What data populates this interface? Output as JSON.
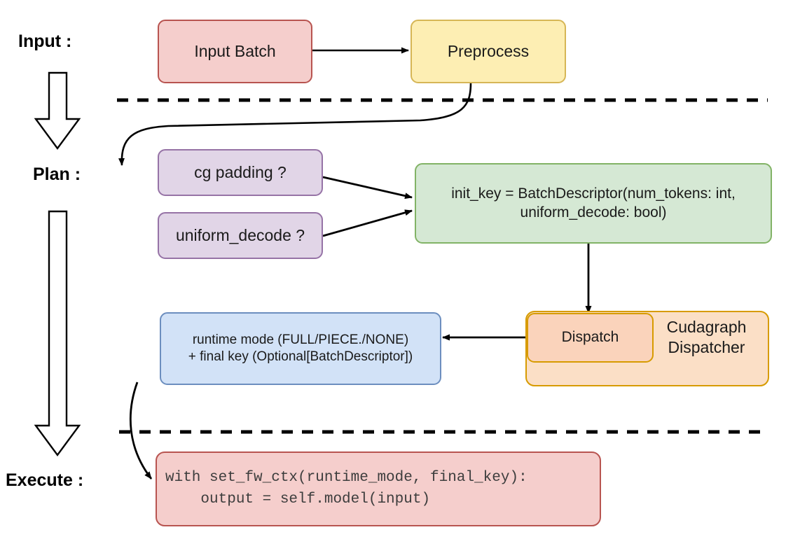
{
  "diagram": {
    "title": "vLLM cudagraph dispatch pipeline",
    "background": "#ffffff",
    "stages": [
      {
        "id": "input",
        "label": "Input :"
      },
      {
        "id": "plan",
        "label": "Plan :"
      },
      {
        "id": "execute",
        "label": "Execute :"
      }
    ],
    "nodes": [
      {
        "id": "input-batch",
        "label": "Input Batch",
        "fill": "#f5cecc",
        "stroke": "#b85450",
        "font_size": 23
      },
      {
        "id": "preprocess",
        "label": "Preprocess",
        "fill": "#fdeeb3",
        "stroke": "#d6b656",
        "font_size": 23
      },
      {
        "id": "cg-padding",
        "label": "cg padding ?",
        "fill": "#e1d5e7",
        "stroke": "#9673a6",
        "font_size": 23
      },
      {
        "id": "uniform-decode",
        "label": "uniform_decode ?",
        "fill": "#e1d5e7",
        "stroke": "#9673a6",
        "font_size": 23
      },
      {
        "id": "init-key",
        "label": "init_key = BatchDescriptor(num_tokens: int,\nuniform_decode: bool)",
        "line1": "init_key = BatchDescriptor(num_tokens: int,",
        "line2": "uniform_decode: bool)",
        "fill": "#d5e8d4",
        "stroke": "#82b366",
        "font_size": 21
      },
      {
        "id": "cudagraph-dispatcher",
        "label": "Cudagraph\nDispatcher",
        "line1": "Cudagraph",
        "line2": "Dispatcher",
        "fill": "#fbdfc6",
        "stroke": "#d79b00",
        "font_size": 23
      },
      {
        "id": "dispatch",
        "label": "Dispatch",
        "fill": "#fad3bb",
        "stroke": "#d79b00",
        "font_size": 21
      },
      {
        "id": "runtime-mode",
        "label": "runtime mode (FULL/PIECE./NONE)\n+ final key (Optional[BatchDescriptor])",
        "line1": "runtime mode (FULL/PIECE./NONE)",
        "line2": "+ final key (Optional[BatchDescriptor])",
        "fill": "#d2e2f7",
        "stroke": "#6c8ebf",
        "font_size": 19
      },
      {
        "id": "execute-code",
        "label": "with set_fw_ctx(runtime_mode, final_key):\n    output = self.model(input)",
        "line1": "with set_fw_ctx(runtime_mode, final_key):",
        "line2": "    output = self.model(input)",
        "fill": "#f5cecc",
        "stroke": "#b85450",
        "font_size": 21
      }
    ],
    "separators": [
      {
        "id": "divider-input-plan",
        "style": "dashed"
      },
      {
        "id": "divider-plan-execute",
        "style": "dashed"
      }
    ],
    "flow_arrows": [
      {
        "id": "arrow-input-batch-to-preprocess",
        "from": "input-batch",
        "to": "preprocess",
        "shape": "straight"
      },
      {
        "id": "arrow-preprocess-to-cg-padding",
        "from": "preprocess",
        "to": "cg-padding",
        "shape": "curved"
      },
      {
        "id": "arrow-cg-padding-to-init-key",
        "from": "cg-padding",
        "to": "init-key",
        "shape": "straight"
      },
      {
        "id": "arrow-uniform-decode-to-init-key",
        "from": "uniform-decode",
        "to": "init-key",
        "shape": "straight"
      },
      {
        "id": "arrow-init-key-to-dispatch",
        "from": "init-key",
        "to": "dispatch",
        "shape": "straight"
      },
      {
        "id": "arrow-dispatch-to-runtime-mode",
        "from": "dispatch",
        "to": "runtime-mode",
        "shape": "straight"
      },
      {
        "id": "arrow-runtime-mode-to-execute-code",
        "from": "runtime-mode",
        "to": "execute-code",
        "shape": "curved"
      }
    ],
    "stage_arrows": [
      {
        "id": "stage-arrow-input-to-plan",
        "direction": "down"
      },
      {
        "id": "stage-arrow-plan-to-execute",
        "direction": "down"
      }
    ],
    "colors": {
      "line": "#000000",
      "divider": "#000000",
      "text": "#1a1a1a",
      "code_text": "#3d3d3d",
      "stage_text": "#000000"
    }
  }
}
